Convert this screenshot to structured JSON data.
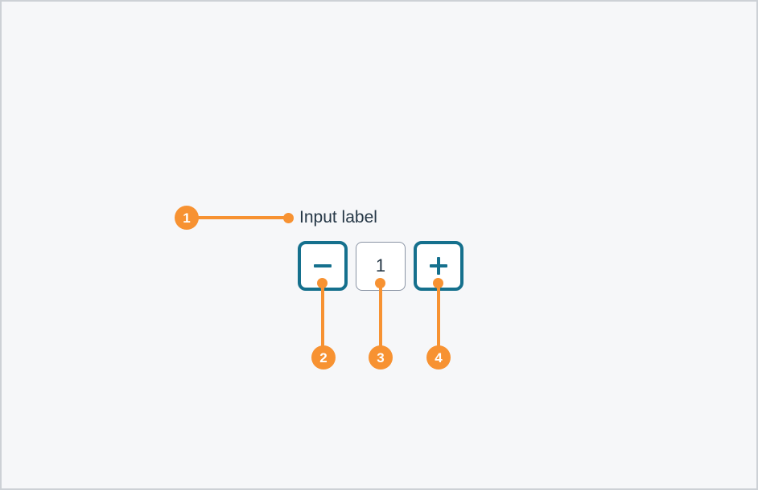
{
  "canvas": {
    "background": "#f6f7f9",
    "border_color": "#cdd1d6"
  },
  "colors": {
    "annotation_orange": "#f79232",
    "component_teal": "#15708d",
    "text_slate": "#253746",
    "input_border_gray": "#8a94a4"
  },
  "stepper": {
    "label": "Input label",
    "value": "1",
    "decrement_icon": "minus-icon",
    "increment_icon": "plus-icon"
  },
  "annotations": [
    {
      "number": "1",
      "target": "input-label"
    },
    {
      "number": "2",
      "target": "decrement-button"
    },
    {
      "number": "3",
      "target": "value-input"
    },
    {
      "number": "4",
      "target": "increment-button"
    }
  ]
}
